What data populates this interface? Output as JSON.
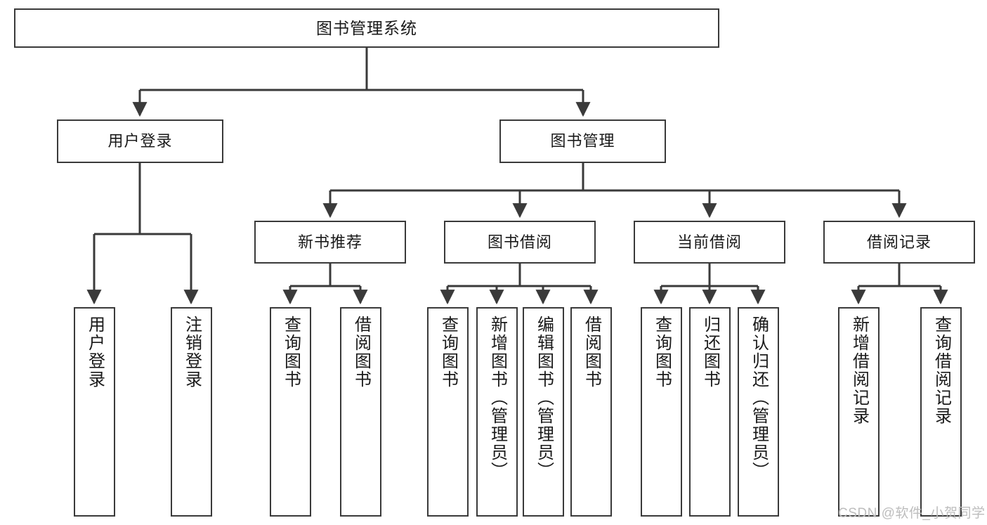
{
  "diagram": {
    "type": "tree-hierarchy",
    "title": "图书管理系统",
    "orientation": "top-down",
    "colors": {
      "box_border": "#3a3a3a",
      "box_fill": "#ffffff",
      "edge": "#3a3a3a",
      "text": "#1a1a1a",
      "watermark": "#bdbdbd"
    }
  },
  "root": {
    "label": "图书管理系统"
  },
  "level1": [
    {
      "label": "用户登录"
    },
    {
      "label": "图书管理"
    }
  ],
  "level2": [
    {
      "label": "新书推荐"
    },
    {
      "label": "图书借阅"
    },
    {
      "label": "当前借阅"
    },
    {
      "label": "借阅记录"
    }
  ],
  "leaves": {
    "user_login": [
      {
        "label": "用户登录"
      },
      {
        "label": "注销登录"
      }
    ],
    "new_book": [
      {
        "label": "查询图书"
      },
      {
        "label": "借阅图书"
      }
    ],
    "book_borrow": [
      {
        "label": "查询图书"
      },
      {
        "label": "新增图书（管理员）"
      },
      {
        "label": "编辑图书（管理员）"
      },
      {
        "label": "借阅图书"
      }
    ],
    "current_borrow": [
      {
        "label": "查询图书"
      },
      {
        "label": "归还图书"
      },
      {
        "label": "确认归还（管理员）"
      }
    ],
    "borrow_record": [
      {
        "label": "新增借阅记录"
      },
      {
        "label": "查询借阅记录"
      }
    ]
  },
  "watermark": {
    "text": "CSDN @软件_小贺同学"
  }
}
